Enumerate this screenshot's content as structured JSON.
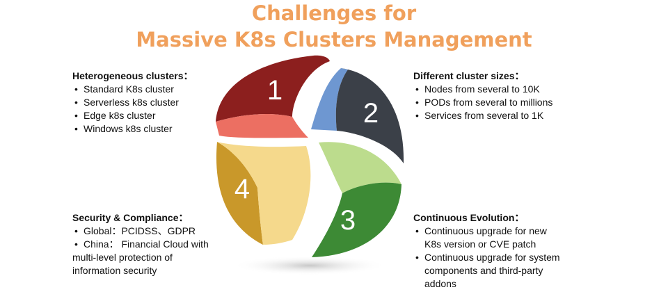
{
  "title": {
    "line1": "Challenges for",
    "line2": "Massive K8s Clusters Management"
  },
  "segments": [
    {
      "number": "1",
      "dark": "#8c1f1e",
      "light": "#ec6f62"
    },
    {
      "number": "2",
      "dark": "#3b4048",
      "light": "#6e97d1"
    },
    {
      "number": "3",
      "dark": "#3d8a35",
      "light": "#bcdc8d"
    },
    {
      "number": "4",
      "dark": "#c9982a",
      "light": "#f5d98c"
    }
  ],
  "blocks": {
    "heterogeneous": {
      "heading": "Heterogeneous clusters：",
      "items": [
        "Standard K8s cluster",
        "Serverless k8s cluster",
        "Edge k8s cluster",
        "Windows k8s cluster"
      ]
    },
    "sizes": {
      "heading": "Different  cluster sizes：",
      "items": [
        "Nodes from several to 10K",
        "PODs from several to millions",
        "Services from several to 1K"
      ]
    },
    "evolution": {
      "heading": "Continuous Evolution：",
      "items": [
        {
          "line1": "Continuous upgrade for new",
          "line2": "K8s version or CVE patch"
        },
        {
          "line1": "Continuous upgrade for system",
          "line2": "components and third-party",
          "line3": "addons"
        }
      ]
    },
    "security": {
      "heading": "Security & Compliance：",
      "items": [
        {
          "line1": "Global：PCIDSS、GDPR"
        },
        {
          "line1": "China：  Financial Cloud with",
          "line2": "multi-level  protection of",
          "line3": "information security"
        }
      ]
    }
  }
}
